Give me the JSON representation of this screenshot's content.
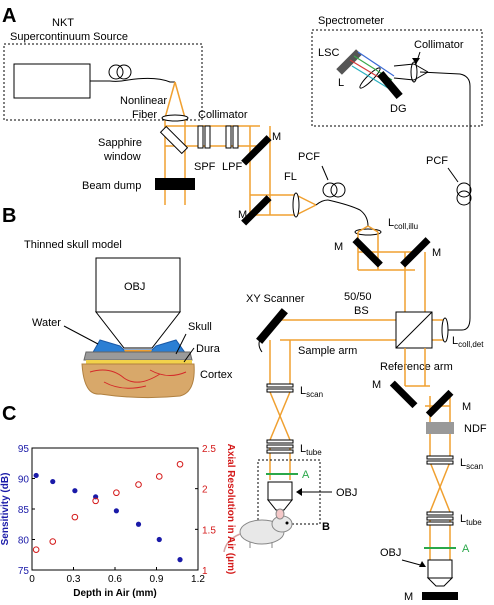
{
  "panels": {
    "a": "A",
    "b": "B",
    "c": "C"
  },
  "source": {
    "line1": "NKT",
    "line2": "Supercontinuum Source",
    "fiber1": "Nonlinear",
    "fiber2": "Fiber"
  },
  "spectrometer": {
    "title": "Spectrometer",
    "lsc": "LSC",
    "l": "L",
    "dg": "DG",
    "collimator": "Collimator"
  },
  "components": {
    "collimator": "Collimator",
    "sapphire1": "Sapphire",
    "sapphire2": "window",
    "spf": "SPF",
    "lpf": "LPF",
    "beam_dump": "Beam dump",
    "mirror": "M",
    "fl": "FL",
    "pcf": "PCF",
    "lcoll_illu": "L",
    "lcoll_illu_sub": "coll,illu",
    "bs1": "50/50",
    "bs2": "BS",
    "xy_scanner": "XY Scanner",
    "sample_arm": "Sample arm",
    "reference_arm": "Reference arm",
    "lcoll_det": "L",
    "lcoll_det_sub": "coll,det",
    "lscan": "L",
    "lscan_sub": "scan",
    "ltube": "L",
    "ltube_sub": "tube",
    "ndf": "NDF",
    "obj": "OBJ",
    "a_mark": "A",
    "b_mark": "B"
  },
  "skull_model": {
    "title": "Thinned skull model",
    "obj": "OBJ",
    "water": "Water",
    "skull": "Skull",
    "dura": "Dura",
    "cortex": "Cortex"
  },
  "colors": {
    "beam": "#f0a030",
    "sensitivity": "#1a1aa8",
    "resolution": "#d41a1a",
    "green_mark": "#2aa84a",
    "fiber": "#000000"
  },
  "chart_data": {
    "type": "scatter",
    "x": [
      0.03,
      0.15,
      0.31,
      0.46,
      0.61,
      0.77,
      0.92,
      1.07
    ],
    "xlabel": "Depth in Air (mm)",
    "xticks": [
      "0",
      "0.3",
      "0.6",
      "0.9",
      "1.2"
    ],
    "xlim": [
      0,
      1.2
    ],
    "series": [
      {
        "name": "Sensitivity (dB)",
        "axis": "left",
        "marker": "filled-circle",
        "color": "#1a1aa8",
        "values": [
          90.5,
          89.5,
          88,
          87,
          84.7,
          82.5,
          80,
          76.7
        ]
      },
      {
        "name": "Axial Resolution in Air (μm)",
        "axis": "right",
        "marker": "open-circle",
        "color": "#d41a1a",
        "values": [
          1.25,
          1.35,
          1.65,
          1.85,
          1.95,
          2.05,
          2.15,
          2.3
        ]
      }
    ],
    "y_left": {
      "label": "Sensitivity (dB)",
      "lim": [
        75,
        95
      ],
      "ticks": [
        "75",
        "80",
        "85",
        "90",
        "95"
      ]
    },
    "y_right": {
      "label": "Axial Resolution in Air (μm)",
      "lim": [
        1,
        2.5
      ],
      "ticks": [
        "1",
        "1.5",
        "2",
        "2.5"
      ]
    }
  }
}
